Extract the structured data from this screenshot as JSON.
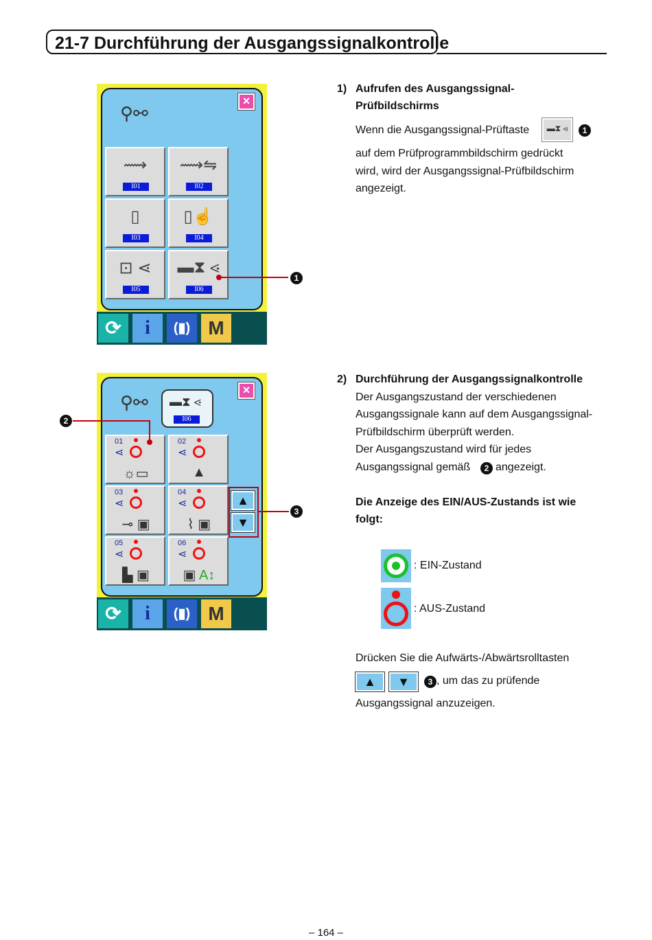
{
  "heading": "21-7 Durchführung der Ausgangssignalkontrolle",
  "panel1": {
    "close": "×",
    "tiles": [
      "I01",
      "I02",
      "I03",
      "I04",
      "I05",
      "I06"
    ],
    "bottom_buttons": [
      "power-icon",
      "info-icon",
      "communication-icon",
      "M"
    ]
  },
  "panel2": {
    "close": "×",
    "header_code": "I06",
    "signals": [
      "01",
      "02",
      "03",
      "04",
      "05",
      "06"
    ],
    "bottom_buttons": [
      "power-icon",
      "info-icon",
      "communication-icon",
      "M"
    ]
  },
  "callouts": {
    "one": "1",
    "two": "2",
    "three": "3"
  },
  "step1": {
    "num": "1)",
    "title_line1": "Aufrufen des Ausgangssignal-",
    "title_line2": "Prüfbildschirms",
    "p1": "Wenn die Ausgangssignal-Prüftaste",
    "p2": "auf dem Prüfprogrammbildschirm gedrückt",
    "p3": "wird, wird der Ausgangssignal-Prüfbildschirm",
    "p4": "angezeigt."
  },
  "step2": {
    "num": "2)",
    "title": "Durchführung der Ausgangssignalkontrolle",
    "p1": "Der Ausgangszustand der verschiedenen",
    "p2": "Ausgangssignale kann auf dem Ausgangssignal-",
    "p3": "Prüfbildschirm überprüft werden.",
    "p4": "Der Ausgangszustand wird für jedes",
    "p5": "Ausgangssignal gemäß",
    "p5b": "angezeigt.",
    "note_line1": "Die Anzeige des EIN/AUS-Zustands ist wie",
    "note_line2": "folgt:",
    "on_label": ": EIN-Zustand",
    "off_label": ": AUS-Zustand",
    "scroll1": "Drücken Sie die Aufwärts-/Abwärtsrolltasten",
    "scroll2": ", um das zu prüfende",
    "scroll3": "Ausgangssignal anzuzeigen."
  },
  "page_number": "– 164 –"
}
